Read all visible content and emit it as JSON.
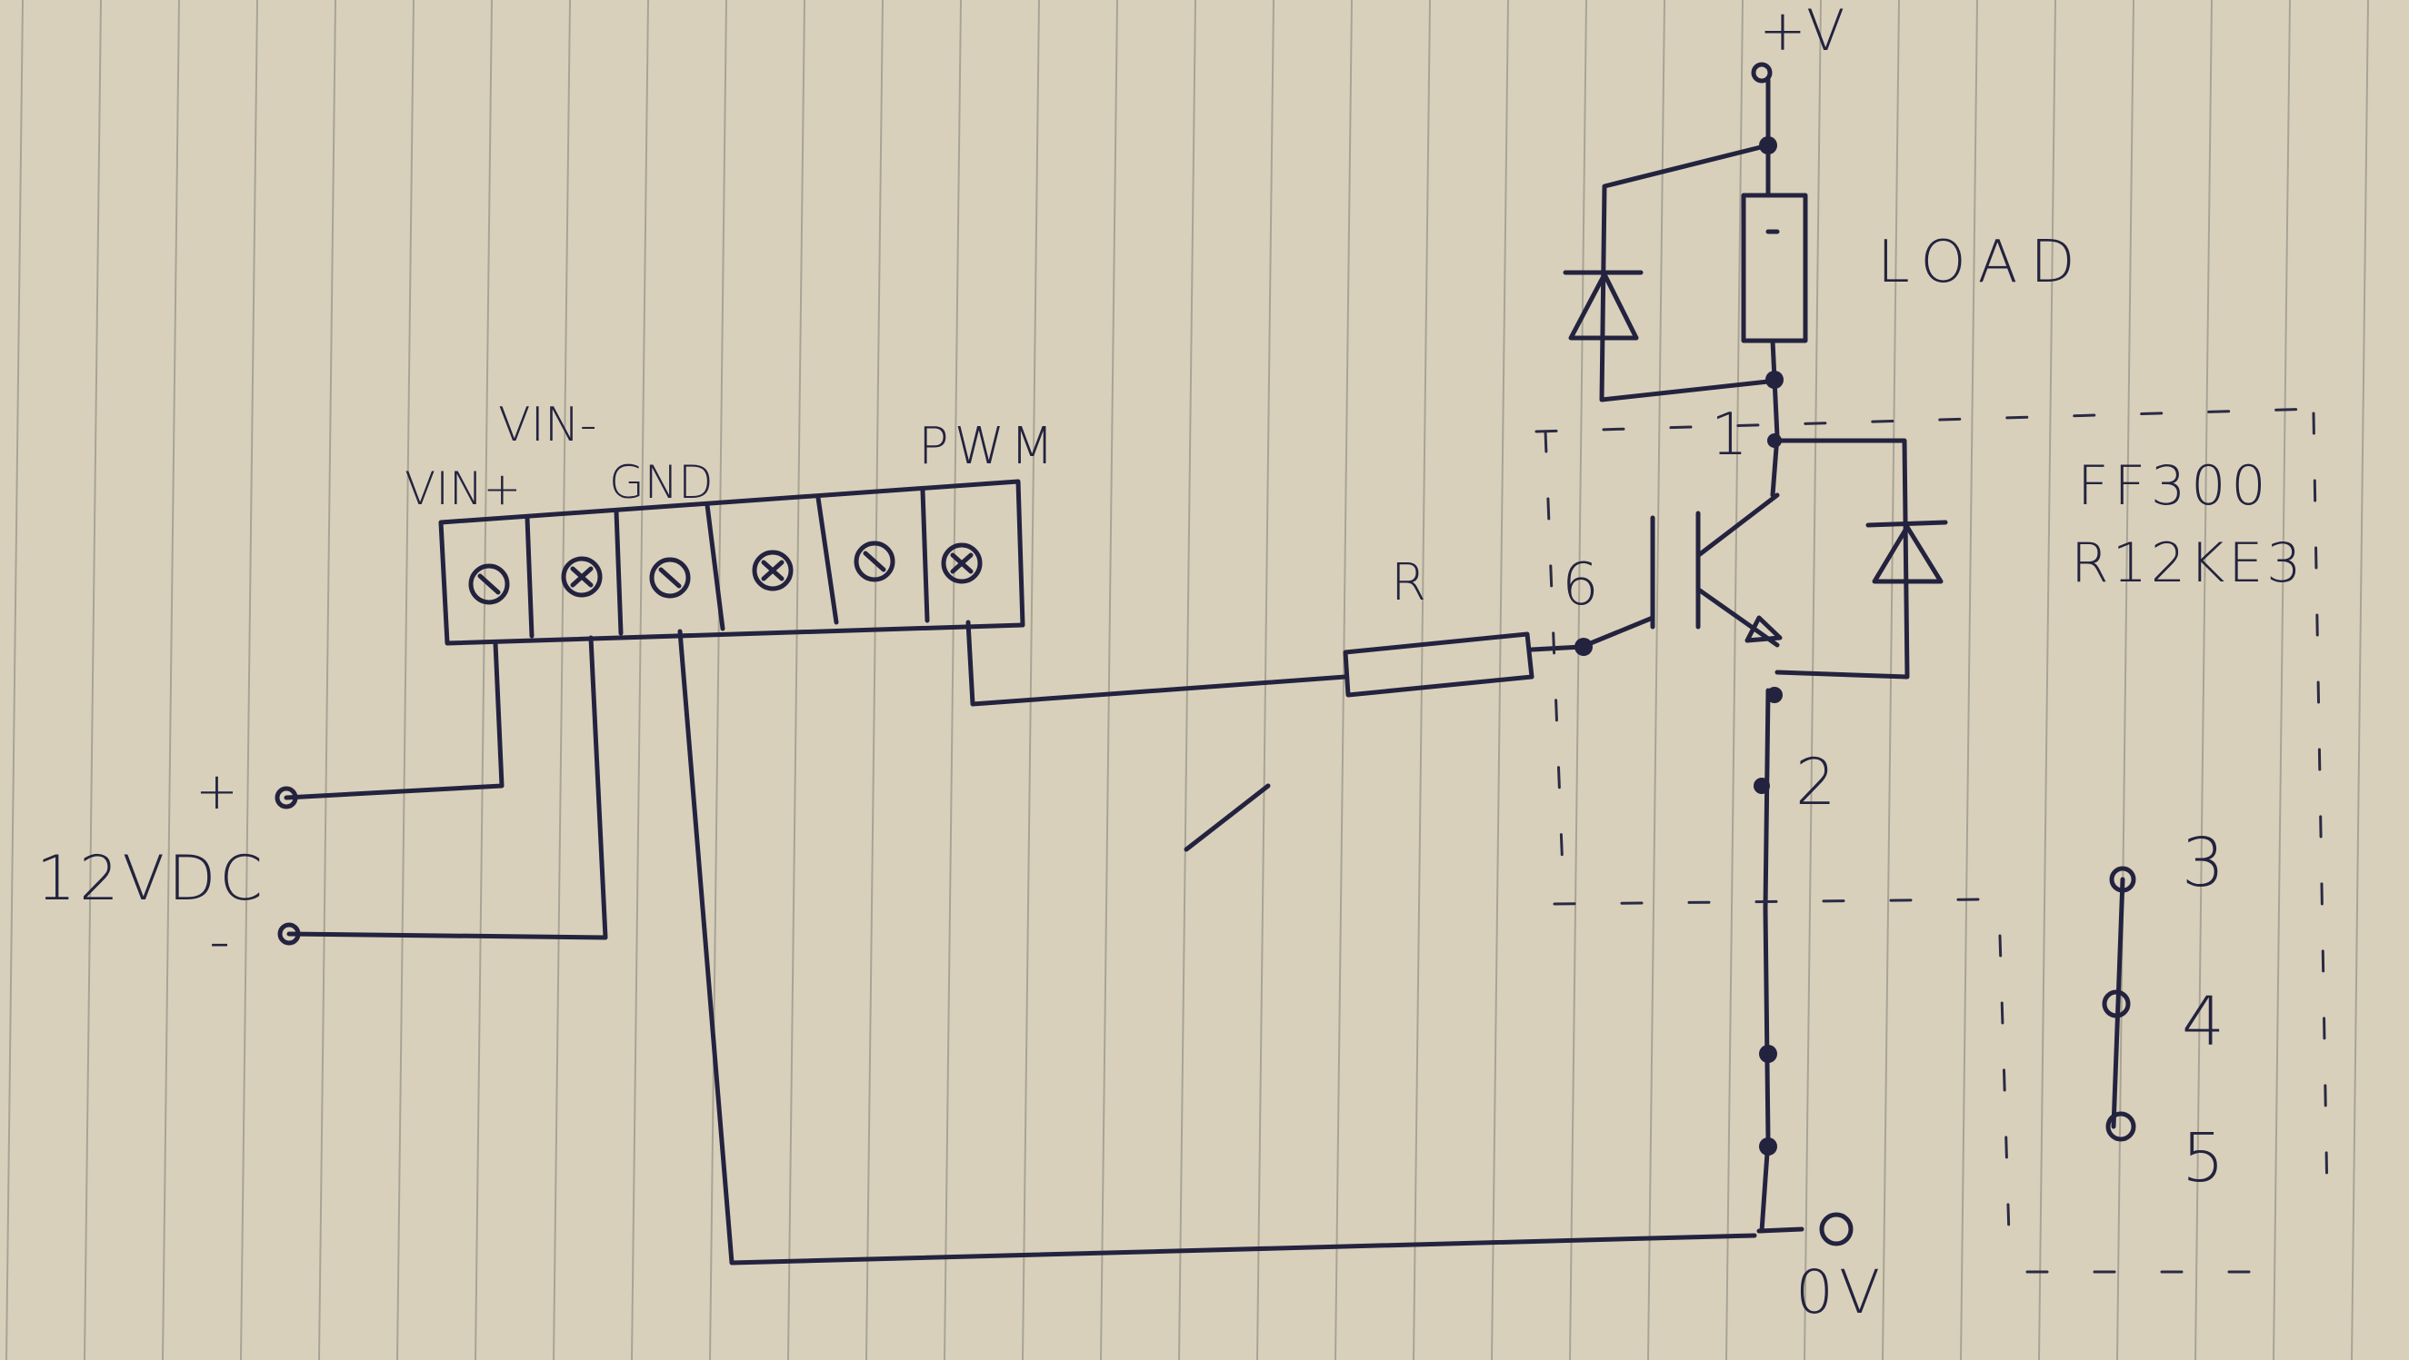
{
  "supply_top": "+V",
  "load_label": "LOAD",
  "part_line1": "FF300",
  "part_line2": "R12KE3",
  "terminal_labels": {
    "vin_plus": "VIN+",
    "vin_minus": "VIN-",
    "gnd": "GND",
    "pwm": "PWM"
  },
  "resistor_label": "R",
  "pins": {
    "p1": "1",
    "p2": "2",
    "p3": "3",
    "p4": "4",
    "p5": "5",
    "p6": "6"
  },
  "dc_source": {
    "plus": "+",
    "label": "12VDC",
    "minus": "-"
  },
  "ground_label": "0V",
  "colors": {
    "paper": "#d9d0bb",
    "ink": "#23233f",
    "rule": "#a7a496"
  }
}
